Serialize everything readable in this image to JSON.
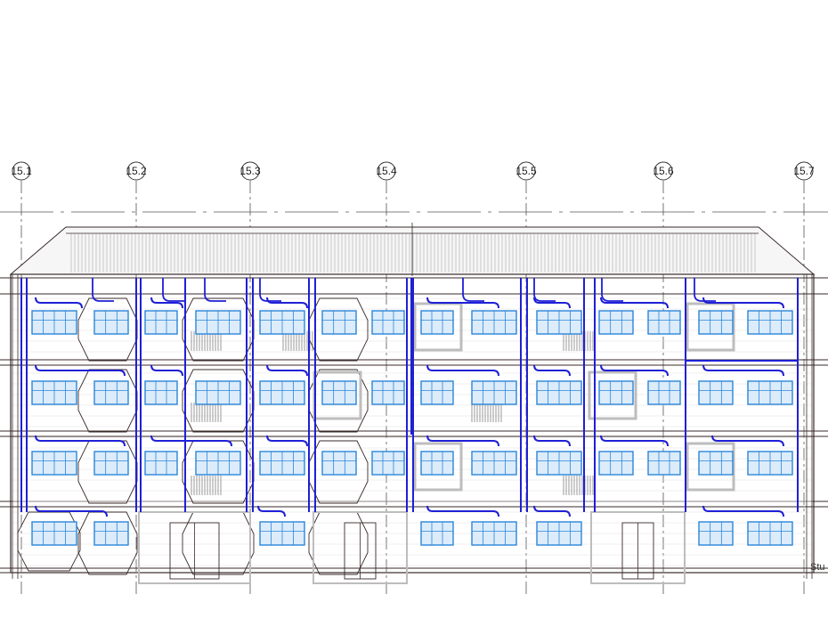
{
  "drawing": {
    "grid_axes": [
      "15.1",
      "15.2",
      "15.3",
      "15.4",
      "15.5",
      "15.6",
      "15.7"
    ],
    "floors": 4,
    "edge_label": "Stu",
    "colors": {
      "line": "#3a2a2a",
      "gridline": "#555555",
      "pipe": "#1f1fd6",
      "window_frame": "#2b86d9",
      "window_fill": "#dcecfb",
      "roof_hatch": "#9a9a9a",
      "wall_light": "#bdbdbd"
    }
  }
}
